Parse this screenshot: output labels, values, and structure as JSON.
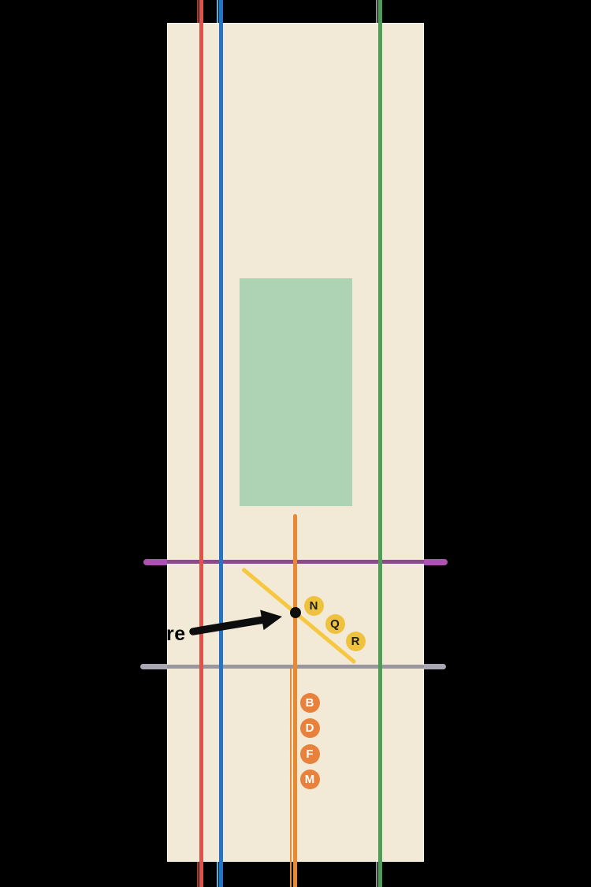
{
  "map": {
    "ground_color": "#f2e9d6",
    "border_color": "#fdfbf4",
    "park_color": "#aed3b4"
  },
  "transit_lines": {
    "red_vertical": {
      "color": "#e0524a",
      "companion_color": "#a23b34"
    },
    "blue_vertical": {
      "color": "#2474c8",
      "companion_color": "#33bfee"
    },
    "orange_vertical": {
      "color": "#e98931"
    },
    "green_vertical": {
      "color": "#4e9e57",
      "companion_color": "#8f8f8f"
    },
    "purple_horizontal": {
      "color": "#8c4a8d",
      "stub_color": "#ad52ae"
    },
    "gray_horizontal": {
      "color": "#9a96a0",
      "stub_color": "#a9a8b2"
    },
    "yellow_diagonal": {
      "color": "#f6c840"
    }
  },
  "stations": {
    "yellow_group": {
      "badge_color": "#eec23d",
      "text_color": "#1f1f1f",
      "letters": [
        "N",
        "Q",
        "R"
      ]
    },
    "orange_group": {
      "badge_color": "#e8813b",
      "text_color": "#ffffff",
      "letters": [
        "B",
        "D",
        "F",
        "M"
      ]
    }
  },
  "annotation": {
    "partial_label": "re",
    "label_color": "#000000",
    "arrow_color": "#0d0d0d",
    "dot_color": "#0d0d0d"
  }
}
